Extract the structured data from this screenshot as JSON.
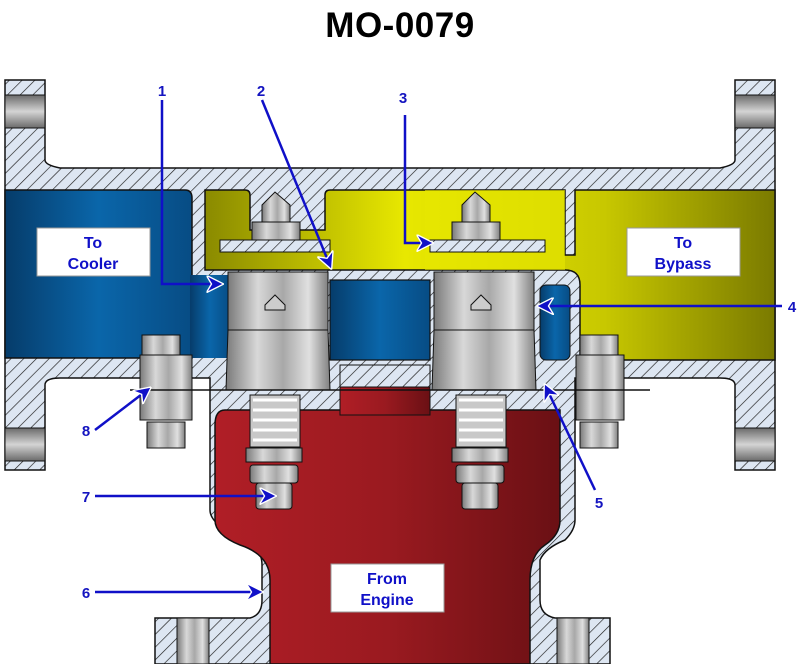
{
  "title": "MO-0079",
  "flow_labels": {
    "to_cooler": [
      "To",
      "Cooler"
    ],
    "to_bypass": [
      "To",
      "Bypass"
    ],
    "from_engine": [
      "From",
      "Engine"
    ]
  },
  "callouts": [
    "1",
    "2",
    "3",
    "4",
    "5",
    "6",
    "7",
    "8"
  ],
  "colors": {
    "cooler_flow": "#0a5a9a",
    "bypass_flow": "#d8d800",
    "engine_flow": "#a01c22",
    "casting": "#dde6f2",
    "callout_arrow": "#1010c8"
  }
}
